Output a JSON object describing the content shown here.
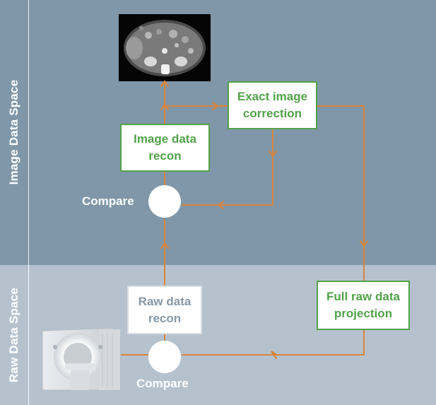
{
  "bands": {
    "image_space": "Image Data Space",
    "raw_space": "Raw Data Space"
  },
  "boxes": {
    "image_recon": "Image data recon",
    "exact_correction": "Exact image correction",
    "full_projection": "Full raw data projection",
    "raw_recon": "Raw data recon"
  },
  "compare": {
    "upper": "Compare",
    "lower": "Compare"
  },
  "colors": {
    "image_band": "#7f97a8",
    "raw_band": "#b5c2ce",
    "arrow": "#d9843a",
    "green": "#52a24a",
    "gray_text": "#8599a9"
  }
}
